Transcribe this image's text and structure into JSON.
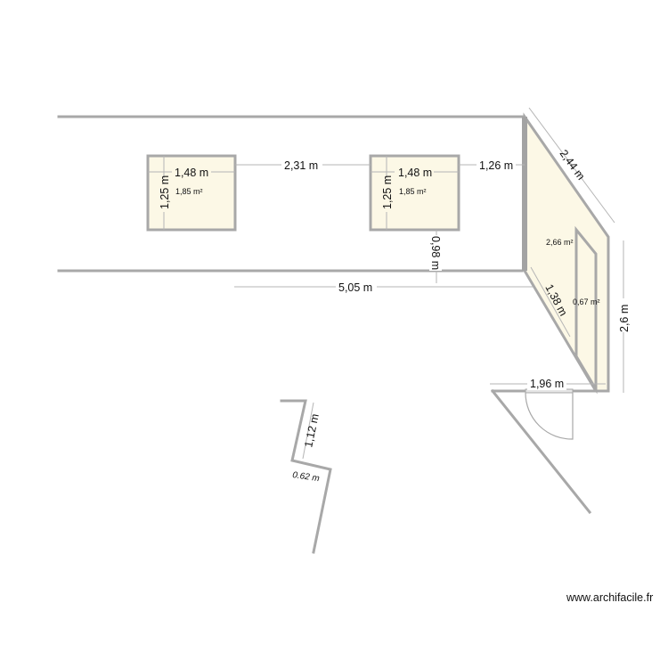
{
  "plan": {
    "rooms": [
      {
        "id": "room-1",
        "area": "1,85 m²",
        "width": "1,48 m",
        "height": "1,25 m"
      },
      {
        "id": "room-2",
        "area": "1,85 m²",
        "width": "1,48 m",
        "height": "1,25 m"
      },
      {
        "id": "room-3",
        "area": "2,66 m²"
      },
      {
        "id": "room-4",
        "area": "0,67 m²"
      }
    ],
    "dimensions": {
      "gap_between_rooms": "2,31 m",
      "gap_room2_to_wall": "1,26 m",
      "room2_to_bottom_wall": "0,98 m",
      "corridor_length": "5,05 m",
      "diagonal_top": "2,44 m",
      "diagonal_bottom": "1,38 m",
      "right_height": "2,6 m",
      "bottom_width": "1,96 m",
      "stair_segment": "1,12 m",
      "stair_step": "0.62 m"
    }
  },
  "colors": {
    "room_fill": "#fcf8e6",
    "wall": "#a8a8a8",
    "dimension_line": "#b5b5b5"
  },
  "watermark": "www.archifacile.fr"
}
